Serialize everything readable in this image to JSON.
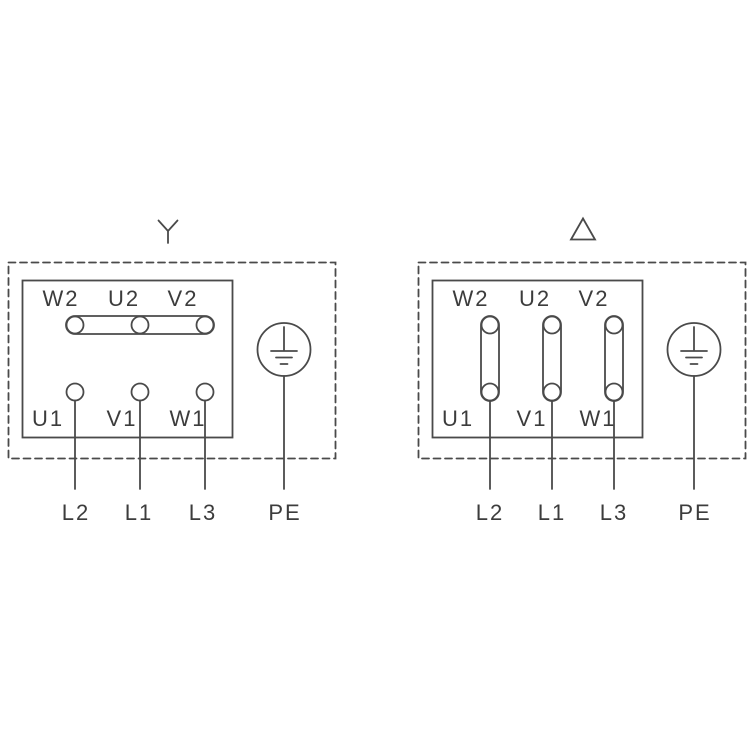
{
  "colors": {
    "line": "#4a4a4a",
    "text": "#3c3c3c",
    "background": "#ffffff"
  },
  "star": {
    "symbol": "star-connection",
    "top": [
      "W2",
      "U2",
      "V2"
    ],
    "bottom": [
      "U1",
      "V1",
      "W1"
    ],
    "leads": [
      "L2",
      "L1",
      "L3"
    ],
    "pe": "PE"
  },
  "delta": {
    "symbol": "delta-connection",
    "top": [
      "W2",
      "U2",
      "V2"
    ],
    "bottom": [
      "U1",
      "V1",
      "W1"
    ],
    "leads": [
      "L2",
      "L1",
      "L3"
    ],
    "pe": "PE"
  }
}
